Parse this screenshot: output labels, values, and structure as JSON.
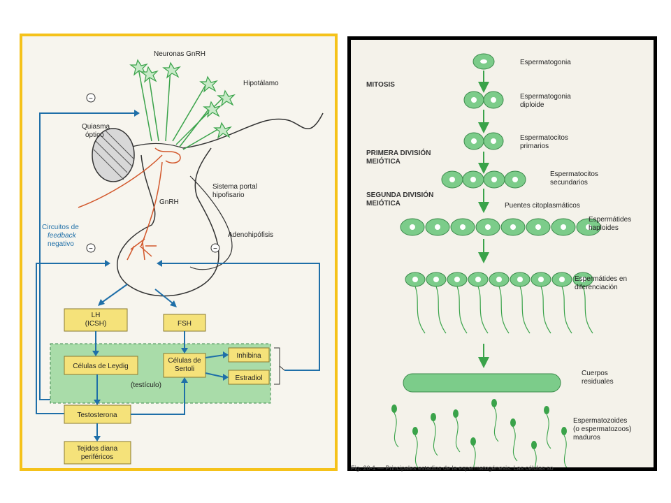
{
  "left_panel": {
    "labels": {
      "gnrh_neurons": "Neuronas GnRH",
      "hypothalamus": "Hipotálamo",
      "optic_chiasm": "Quiasma\nóptico",
      "portal_system": "Sistema portal\nhipofisario",
      "gnrh": "GnRH",
      "feedback": "Circuitos de\nfeedback\nnegativo",
      "adenohypophysis": "Adenohipófisis",
      "minus": "−"
    },
    "boxes": {
      "lh": "LH\n(ICSH)",
      "fsh": "FSH",
      "leydig": "Células de Leydig",
      "sertoli": "Células de\nSertoli",
      "testicle": "(testículo)",
      "inhibin": "Inhibina",
      "estradiol": "Estradiol",
      "testosterone": "Testosterona",
      "target": "Tejidos diana\nperiféricos"
    },
    "colors": {
      "border": "#f5c21a",
      "box": "#f5e27a",
      "arrows": "#1f6fa8",
      "neurons": "#3aa34a",
      "vessels": "#d2572b",
      "testis_zone": "#7fc98a"
    }
  },
  "right_panel": {
    "stages": [
      {
        "label": "Espermatogonia"
      },
      {
        "label": "Espermatogonia\ndiploide"
      },
      {
        "label": "Espermatocitos\nprimarios"
      },
      {
        "label": "Espermatocitos\nsecundarios"
      },
      {
        "label": "Espermátides\nhaploides"
      },
      {
        "label": "Espermátides en\ndiferenciación"
      },
      {
        "label": "Cuerpos\nresiduales"
      },
      {
        "label": "Espermatozoides\n(o espermatozoos)\nmaduros"
      }
    ],
    "phases": {
      "mitosis": "MITOSIS",
      "first_meiosis": "PRIMERA DIVISIÓN\nMEIÓTICA",
      "second_meiosis": "SEGUNDA DIVISIÓN\nMEIÓTICA"
    },
    "bridges": "Puentes citoplasmáticos",
    "caption": "Fig. 20-1 — Principales estadios de la espermatogénesis. Las células so",
    "colors": {
      "border": "#000000",
      "cell": "#7ccc8a",
      "cell_stroke": "#3a8a4a",
      "arrow": "#3aa34a"
    }
  }
}
